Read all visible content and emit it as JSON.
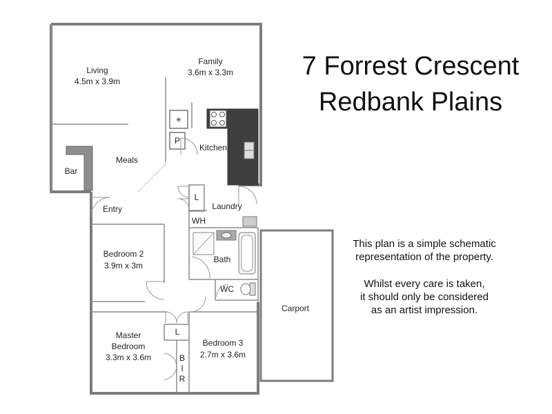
{
  "title": {
    "line1": "7 Forrest Crescent",
    "line2": "Redbank Plains"
  },
  "rooms": {
    "living_name": "Living",
    "living_dim": "4.5m x 3.9m",
    "family_name": "Family",
    "family_dim": "3.6m x 3.3m",
    "meals": "Meals",
    "bar": "Bar",
    "kitchen": "Kitchen",
    "pantry": "P",
    "entry": "Entry",
    "linen_upper": "L",
    "laundry": "Laundry",
    "wh": "WH",
    "bedroom2_name": "Bedroom 2",
    "bedroom2_dim": "3.9m x 3m",
    "bath": "Bath",
    "wc": "WC",
    "carport": "Carport",
    "linen_lower": "L",
    "master_line1": "Master",
    "master_line2": "Bedroom",
    "master_dim": "3.3m x 3.6m",
    "bir_b": "B",
    "bir_i": "I",
    "bir_r": "R",
    "bedroom3_name": "Bedroom 3",
    "bedroom3_dim": "2.7m x 3.6m"
  },
  "notes": {
    "line1": "This plan is a simple schematic",
    "line2": "representation of the property.",
    "line3": "Whilst every care is taken,",
    "line4": "it should only be considered",
    "line5": "as an artist impression."
  }
}
